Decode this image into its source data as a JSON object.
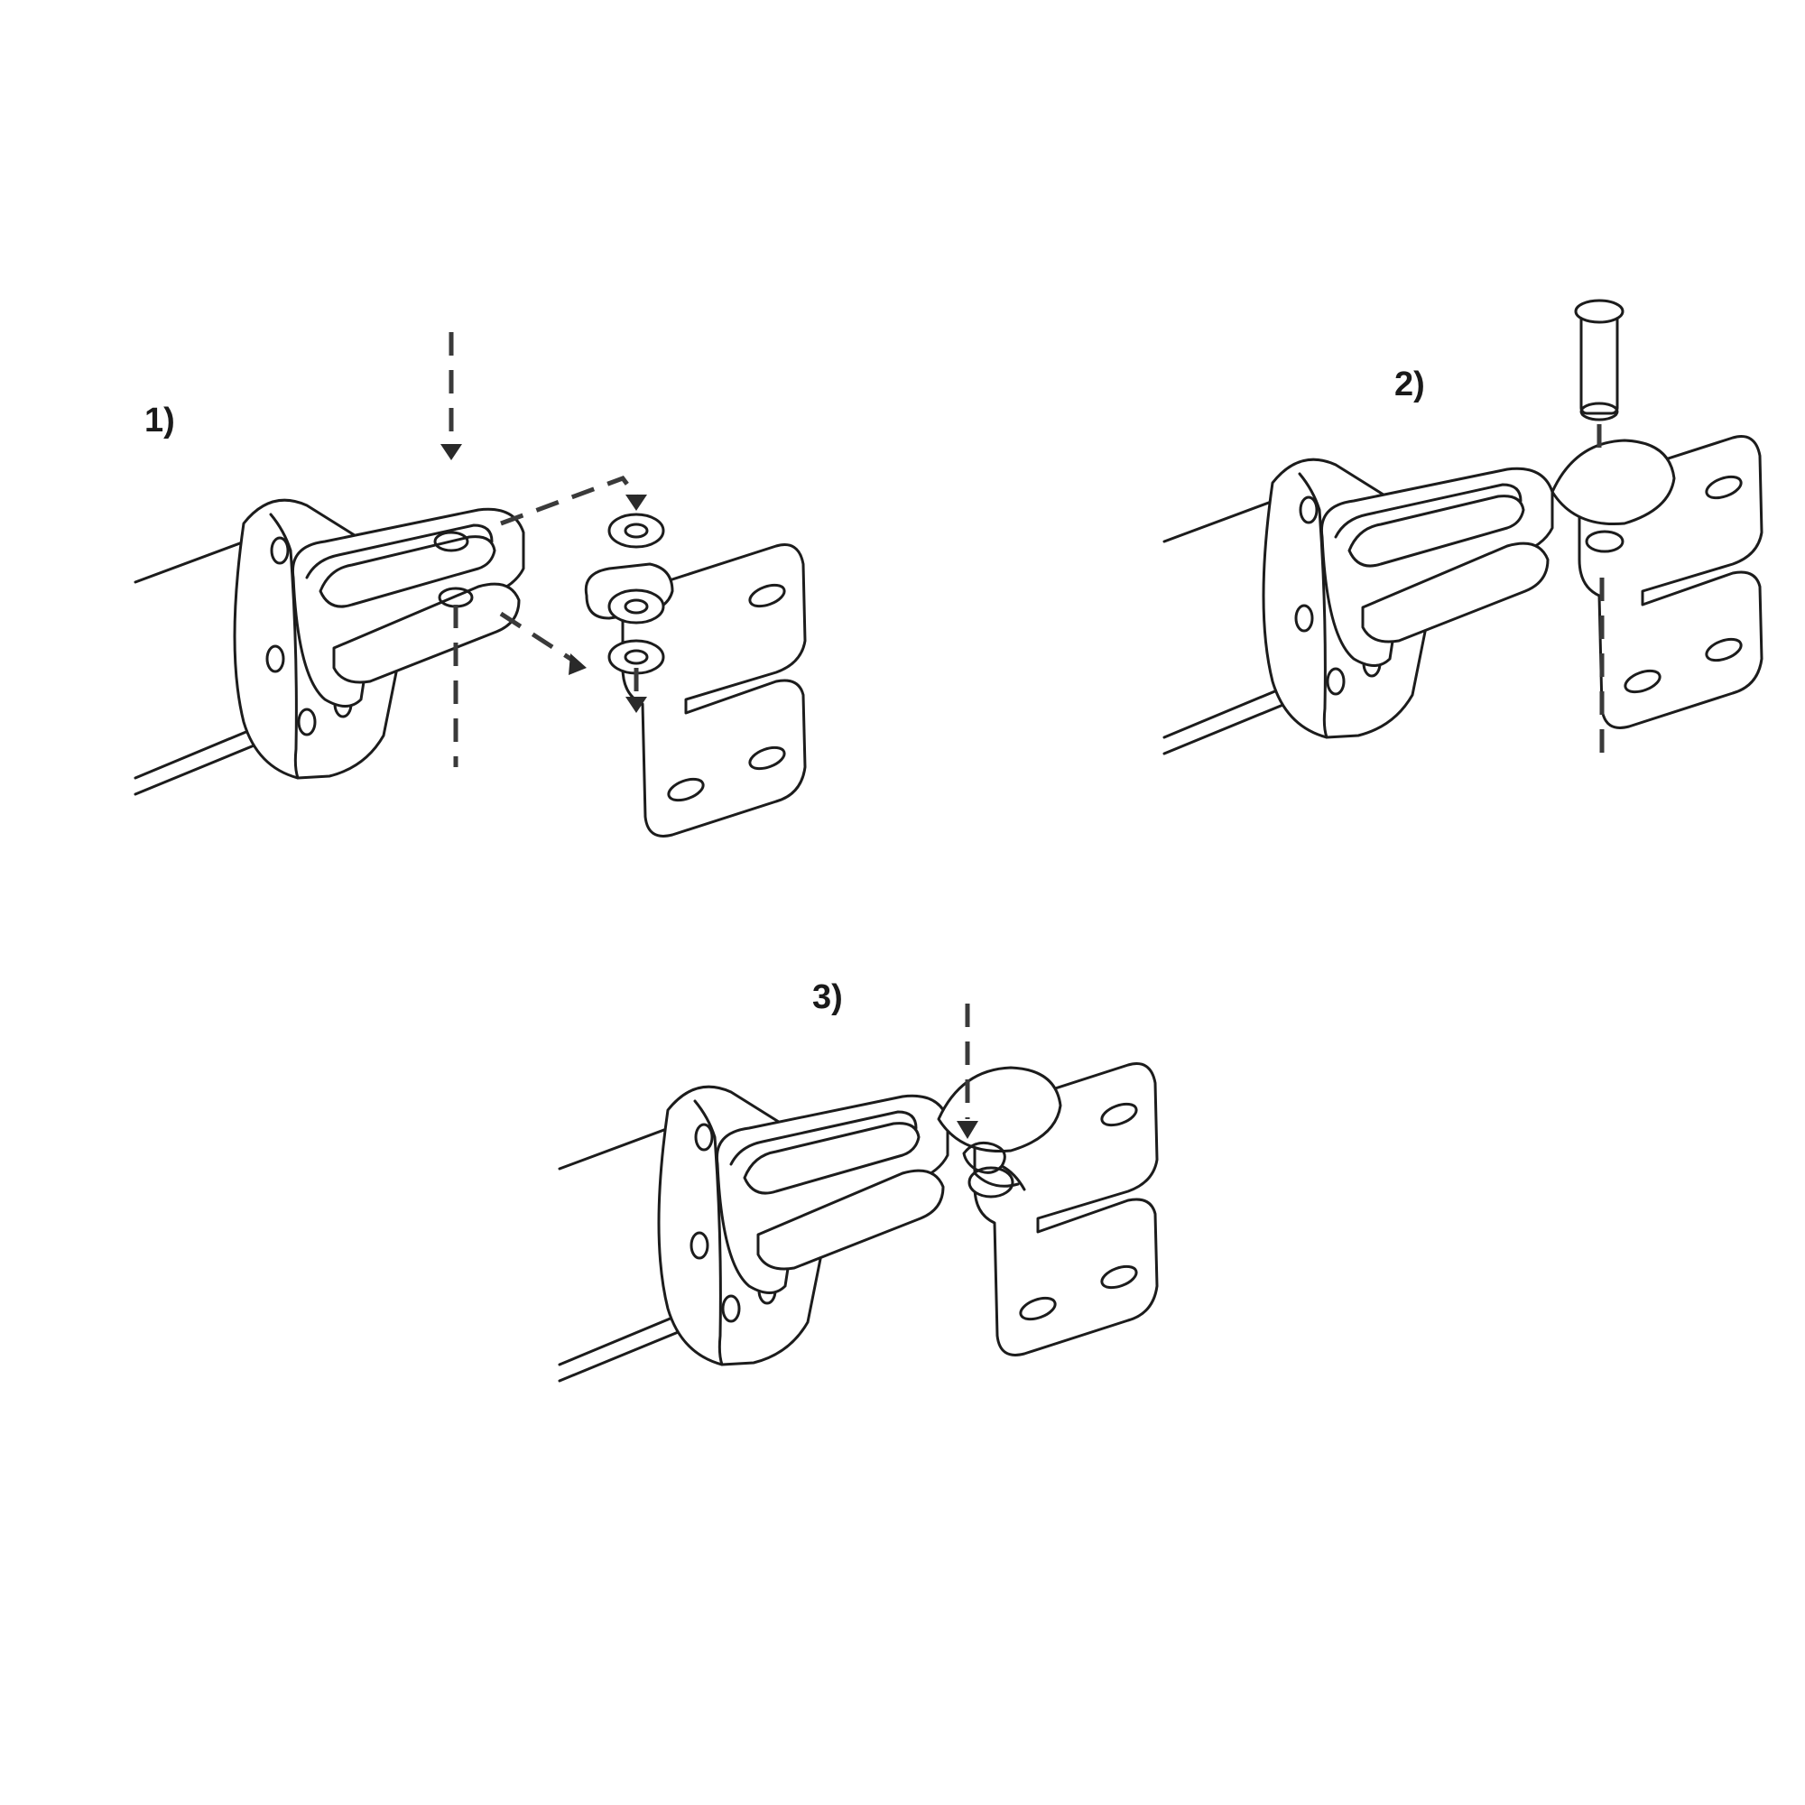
{
  "steps": [
    {
      "label": "1)"
    },
    {
      "label": "2)"
    },
    {
      "label": "3)"
    }
  ],
  "colors": {
    "line": "#1c1c1c",
    "dashed_guide": "#3a3a3a",
    "background": "#ffffff"
  }
}
